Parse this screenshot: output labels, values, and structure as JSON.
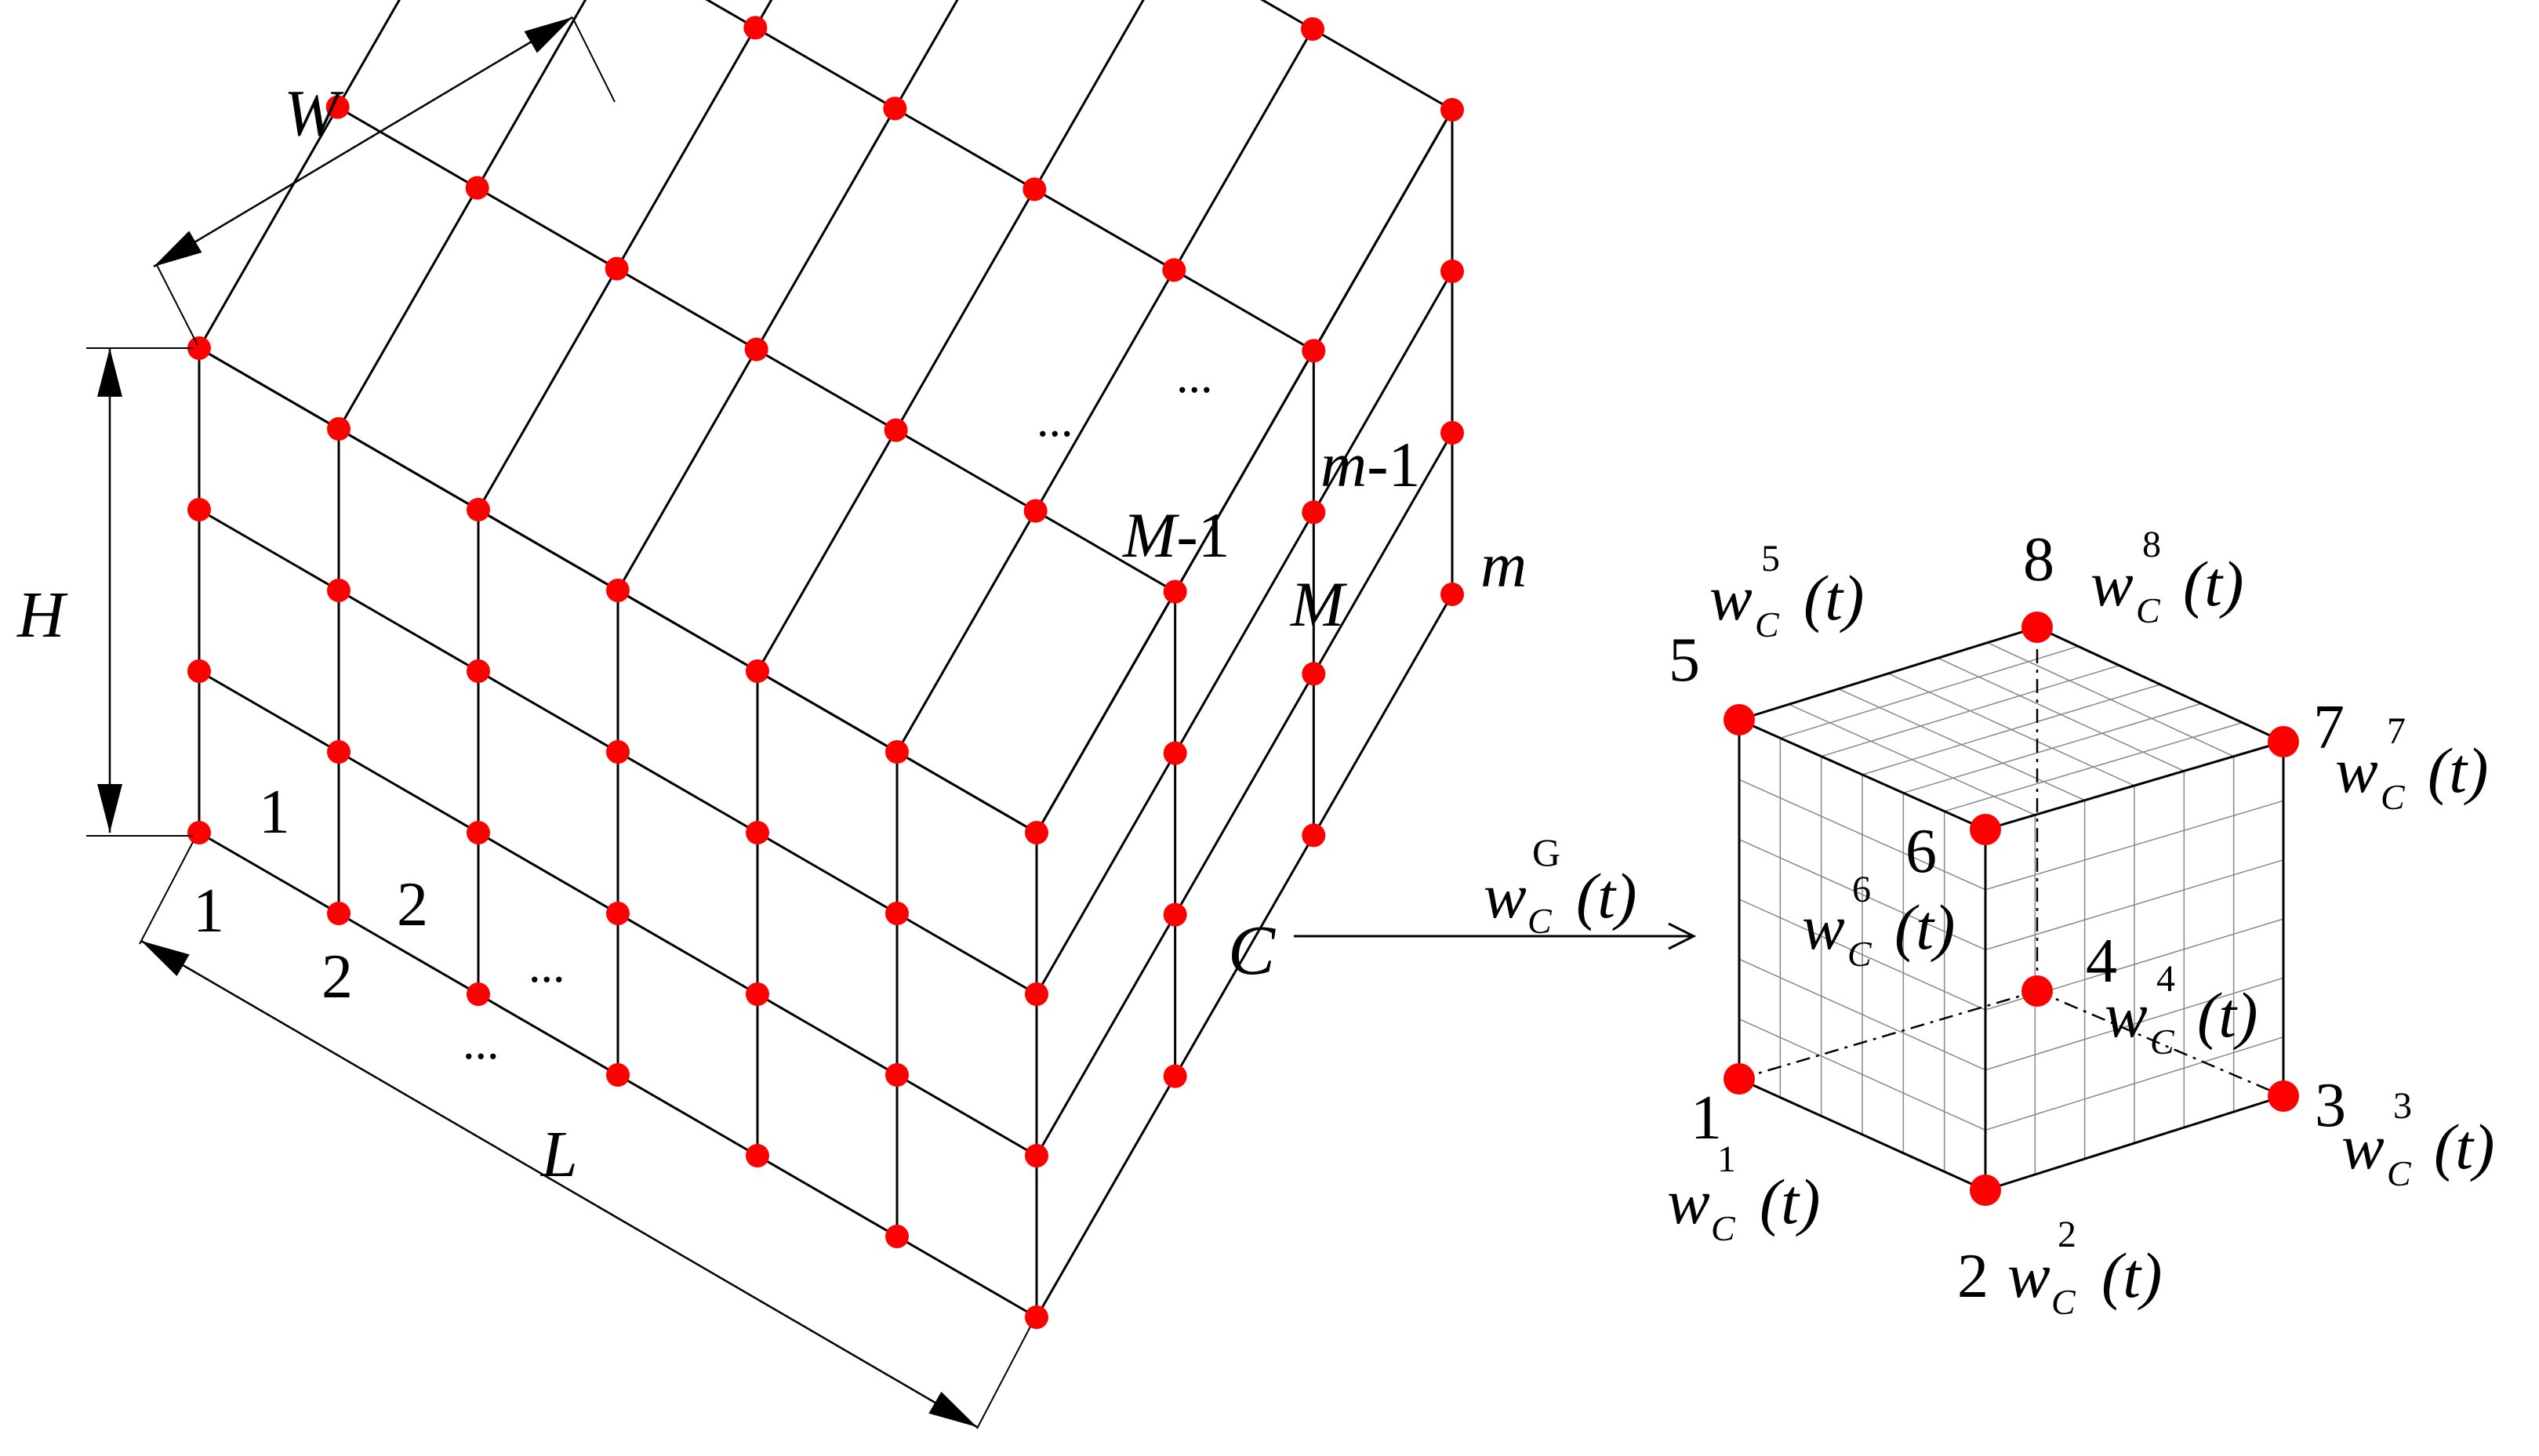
{
  "colors": {
    "node": "#ff0000",
    "line": "#000000",
    "fine_grid": "#888888",
    "background": "#ffffff"
  },
  "labels": {
    "W": "W",
    "H": "H",
    "L": "L",
    "row1": "1",
    "front1": "1",
    "front2a": "2",
    "front2b": "2",
    "ellipsis_front": "...",
    "ellipsis_bottom": "...",
    "ellipsis_top1": "...",
    "ellipsis_top2": "...",
    "m1_m": "m",
    "m1_minus": "-1",
    "M1_M": "M",
    "M1_minus": "-1",
    "M": "M",
    "m": "m",
    "C": "C"
  },
  "global_weight": {
    "w": "w",
    "sub": "C",
    "sup": "G",
    "arg": "(t)"
  },
  "cube_nodes": [
    {
      "num": "1",
      "w": "w",
      "sub": "C",
      "sup": "1",
      "arg": "(t)"
    },
    {
      "num": "2",
      "w": "w",
      "sub": "C",
      "sup": "2",
      "arg": "(t)"
    },
    {
      "num": "3",
      "w": "w",
      "sub": "C",
      "sup": "3",
      "arg": "(t)"
    },
    {
      "num": "4",
      "w": "w",
      "sub": "C",
      "sup": "4",
      "arg": "(t)"
    },
    {
      "num": "5",
      "w": "w",
      "sub": "C",
      "sup": "5",
      "arg": "(t)"
    },
    {
      "num": "6",
      "w": "w",
      "sub": "C",
      "sup": "6",
      "arg": "(t)"
    },
    {
      "num": "7",
      "w": "w",
      "sub": "C",
      "sup": "7",
      "arg": "(t)"
    },
    {
      "num": "8",
      "w": "w",
      "sub": "C",
      "sup": "8",
      "arg": "(t)"
    }
  ]
}
